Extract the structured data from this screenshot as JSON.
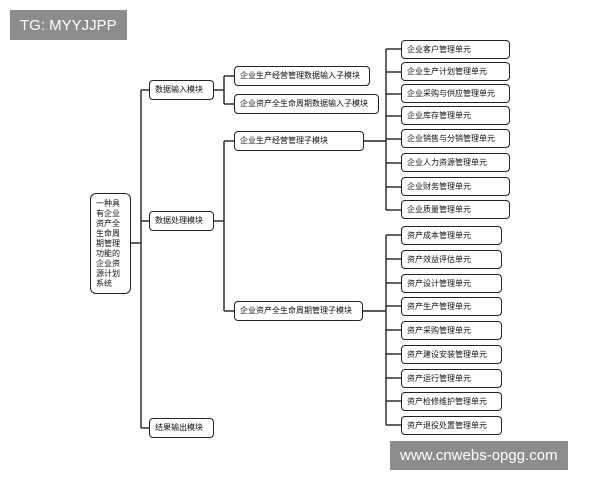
{
  "watermark_top": "TG: MYYJJPP",
  "watermark_bottom": "www.cnwebs-opgg.com",
  "root": "一种具有企业资产全生命周期管理功能的企业资源计划系统",
  "level1": [
    "数据输入模块",
    "数据处理模块",
    "结果输出模块"
  ],
  "input_submodules": [
    "企业生产经营管理数据输入子模块",
    "企业资产全生命周期数据输入子模块"
  ],
  "processing_submodules": [
    "企业生产经营管理子模块",
    "企业资产全生命周期管理子模块"
  ],
  "operation_units": [
    "企业客户管理单元",
    "企业生产计划管理单元",
    "企业采购与供应管理单元",
    "企业库存管理单元",
    "企业销售与分销管理单元",
    "企业人力资源管理单元",
    "企业财务管理单元",
    "企业质量管理单元"
  ],
  "asset_units": [
    "资产成本管理单元",
    "资产效益评估单元",
    "资产设计管理单元",
    "资产生产管理单元",
    "资产采购管理单元",
    "资产建设安装管理单元",
    "资产运行管理单元",
    "资产检修维护管理单元",
    "资产退役处置管理单元"
  ],
  "colors": {
    "line": "#222222",
    "border": "#222222",
    "watermark_bg": "#787878",
    "watermark_text": "#ffffff"
  }
}
